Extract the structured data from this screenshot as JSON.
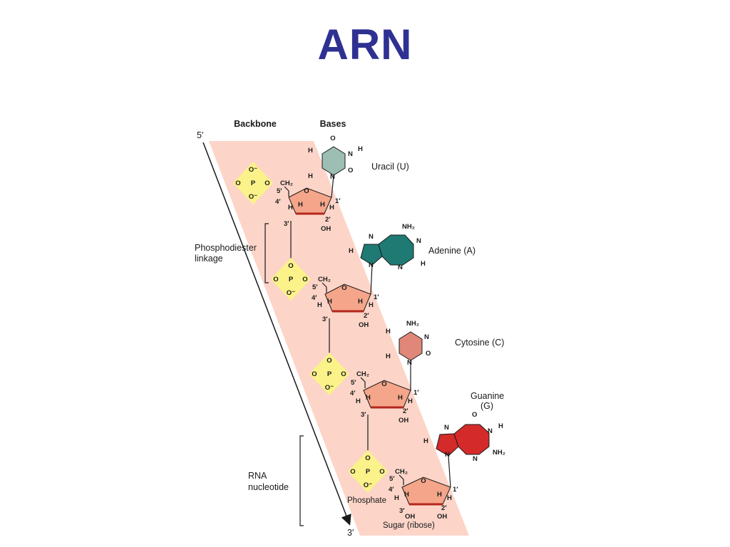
{
  "title": "ARN",
  "headers": {
    "backbone": "Backbone",
    "bases": "Bases"
  },
  "ends": {
    "five_prime": "5′",
    "three_prime": "3′"
  },
  "labels": {
    "phosphodiester_line1": "Phosphodiester",
    "phosphodiester_line2": "linkage",
    "rna_line1": "RNA",
    "rna_line2": "nucleotide",
    "phosphate": "Phosphate",
    "sugar": "Sugar (ribose)"
  },
  "bases": {
    "uracil": "Uracil (U)",
    "adenine": "Adenine (A)",
    "cytosine": "Cytosine (C)",
    "guanine_line1": "Guanine",
    "guanine_line2": "(G)"
  },
  "atoms": {
    "o": "O",
    "o_minus": "O⁻",
    "p": "P",
    "n": "N",
    "h": "H",
    "oh": "OH",
    "ch2": "CH₂",
    "nh2": "NH₂"
  },
  "carbon_numbers": {
    "c1": "1′",
    "c2": "2′",
    "c3": "3′",
    "c4": "4′",
    "c5": "5′"
  },
  "colors": {
    "title": "#2e3192",
    "backbone_band": "#fcd5c8",
    "phosphate": "#fbf28a",
    "sugar": "#f4a58a",
    "sugar_bond": "#b3261e",
    "uracil": "#9dbfb3",
    "adenine": "#1f7a74",
    "cytosine": "#e0877a",
    "guanine": "#d42a2a"
  }
}
